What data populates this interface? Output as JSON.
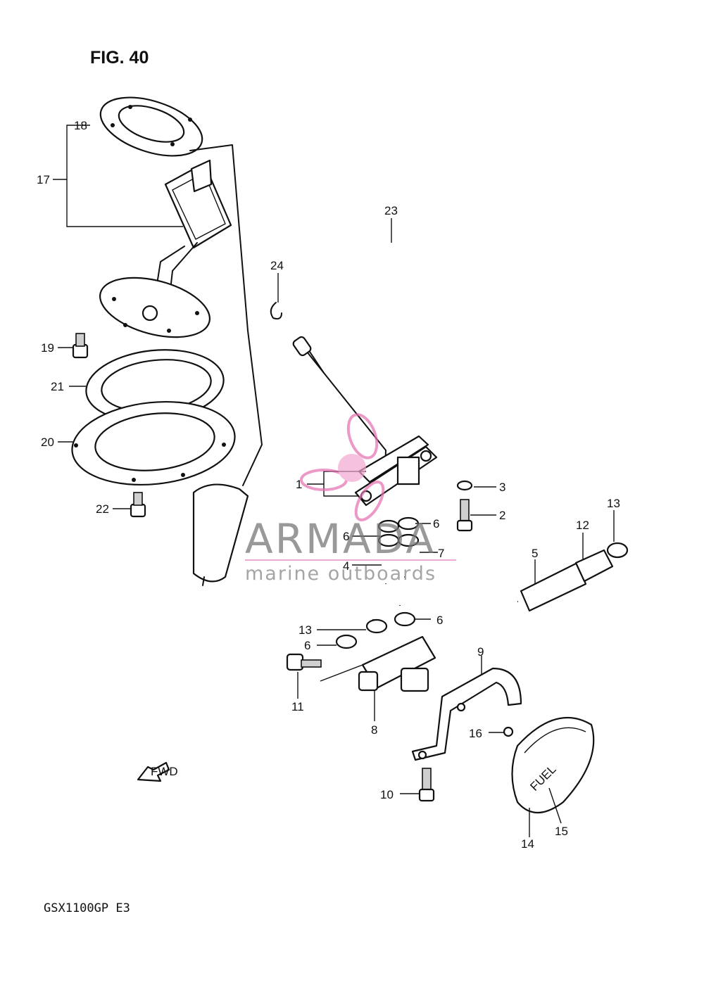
{
  "figure": {
    "title": "FIG. 40",
    "model_code": "GSX1100GP E3"
  },
  "callouts": [
    {
      "id": "c1",
      "text": "1"
    },
    {
      "id": "c2",
      "text": "2"
    },
    {
      "id": "c3",
      "text": "3"
    },
    {
      "id": "c4",
      "text": "4"
    },
    {
      "id": "c5",
      "text": "5"
    },
    {
      "id": "c6a",
      "text": "6"
    },
    {
      "id": "c6b",
      "text": "6"
    },
    {
      "id": "c6c",
      "text": "6"
    },
    {
      "id": "c6d",
      "text": "6"
    },
    {
      "id": "c7",
      "text": "7"
    },
    {
      "id": "c8",
      "text": "8"
    },
    {
      "id": "c9",
      "text": "9"
    },
    {
      "id": "c10",
      "text": "10"
    },
    {
      "id": "c11",
      "text": "11"
    },
    {
      "id": "c12",
      "text": "12"
    },
    {
      "id": "c13a",
      "text": "13"
    },
    {
      "id": "c13b",
      "text": "13"
    },
    {
      "id": "c14",
      "text": "14"
    },
    {
      "id": "c15",
      "text": "15"
    },
    {
      "id": "c16",
      "text": "16"
    },
    {
      "id": "c17",
      "text": "17"
    },
    {
      "id": "c18",
      "text": "18"
    },
    {
      "id": "c19",
      "text": "19"
    },
    {
      "id": "c20",
      "text": "20"
    },
    {
      "id": "c21",
      "text": "21"
    },
    {
      "id": "c22",
      "text": "22"
    },
    {
      "id": "c23",
      "text": "23"
    },
    {
      "id": "c24",
      "text": "24"
    }
  ],
  "labels": {
    "fwd": "FWD",
    "fuel_cap_text": "FUEL"
  },
  "watermark": {
    "brand": "ARMADA",
    "tagline": "marine outboards",
    "accent_color": "#e46fb0"
  }
}
